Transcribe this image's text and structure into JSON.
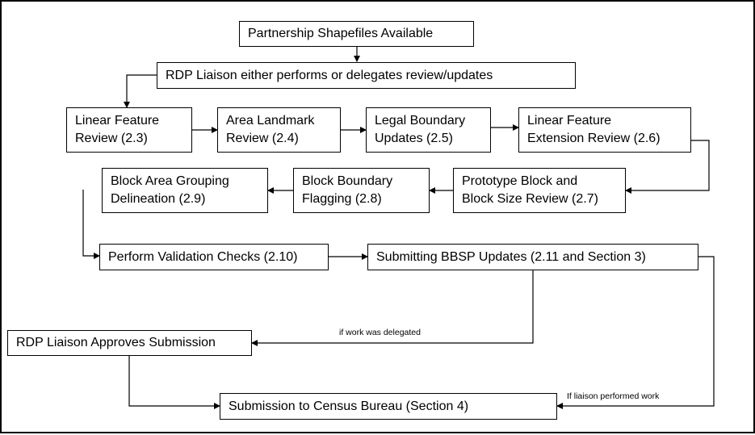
{
  "nodes": {
    "shapefiles": {
      "lines": [
        "Partnership Shapefiles Available"
      ]
    },
    "liaison": {
      "lines": [
        "RDP Liaison either performs or delegates review/updates"
      ]
    },
    "linear_review": {
      "lines": [
        "Linear Feature",
        "Review (2.3)"
      ]
    },
    "area_landmark": {
      "lines": [
        "Area Landmark",
        "Review (2.4)"
      ]
    },
    "legal_boundary": {
      "lines": [
        "Legal Boundary",
        "Updates (2.5)"
      ]
    },
    "linear_extension": {
      "lines": [
        "Linear Feature",
        "Extension Review (2.6)"
      ]
    },
    "prototype_block": {
      "lines": [
        "Prototype Block and",
        "Block Size Review (2.7)"
      ]
    },
    "block_boundary": {
      "lines": [
        "Block Boundary",
        "Flagging (2.8)"
      ]
    },
    "block_area": {
      "lines": [
        "Block Area Grouping",
        "Delineation (2.9)"
      ]
    },
    "validation": {
      "lines": [
        "Perform Validation Checks (2.10)"
      ]
    },
    "submitting": {
      "lines": [
        "Submitting BBSP Updates (2.11 and Section 3)"
      ]
    },
    "approves": {
      "lines": [
        "RDP Liaison Approves Submission"
      ]
    },
    "census": {
      "lines": [
        "Submission to Census Bureau (Section 4)"
      ]
    }
  },
  "edge_labels": {
    "delegated": "if work was delegated",
    "performed": "If liaison performed work"
  },
  "colors": {
    "stroke": "#000000",
    "background": "#ffffff"
  }
}
